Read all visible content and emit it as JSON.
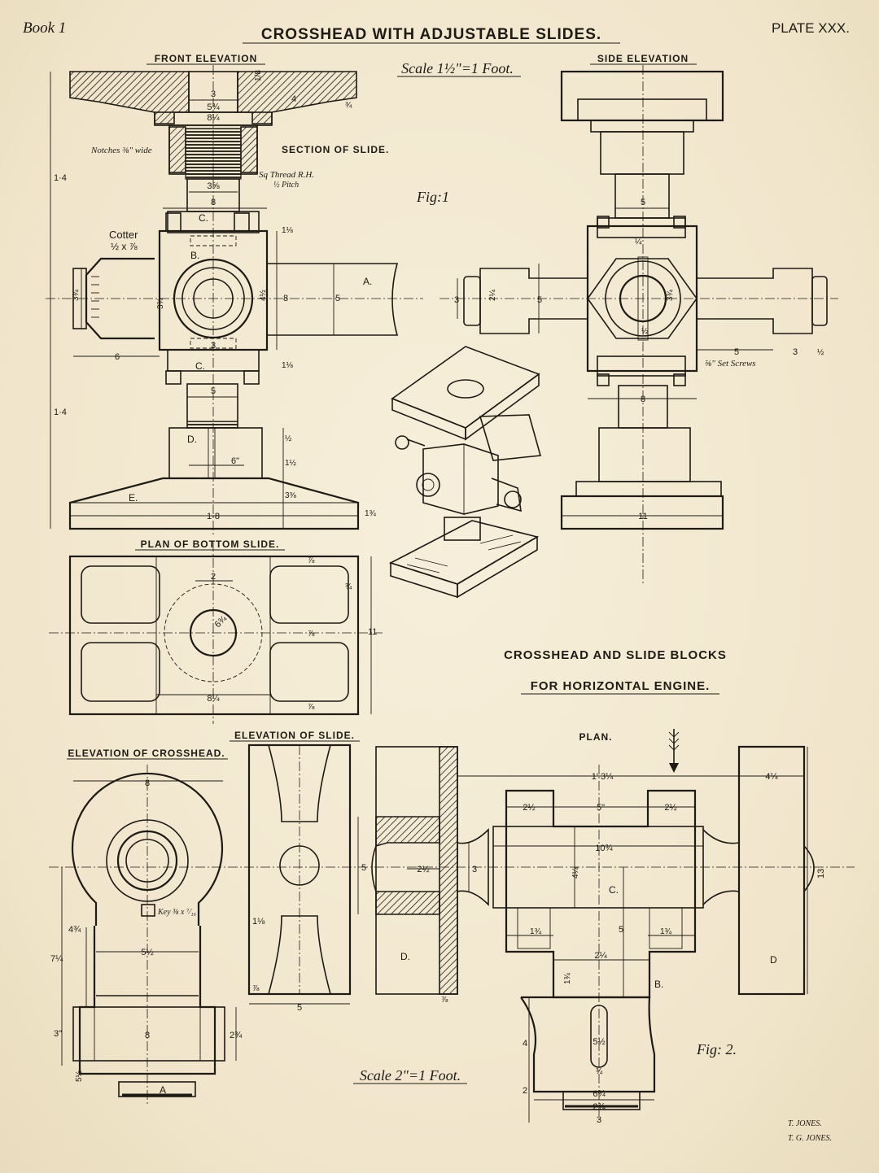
{
  "header": {
    "book": "Book 1",
    "title": "CROSSHEAD WITH ADJUSTABLE SLIDES.",
    "plate": "PLATE XXX."
  },
  "scales": {
    "top": "Scale 1½\"=1 Foot.",
    "bottom": "Scale 2\"=1 Foot."
  },
  "figures": {
    "fig1": "Fig:1",
    "fig2": "Fig: 2."
  },
  "view_titles": {
    "front_elevation": "FRONT ELEVATION",
    "side_elevation": "SIDE ELEVATION",
    "section_of_slide": "SECTION OF SLIDE.",
    "plan_bottom_slide": "PLAN OF BOTTOM SLIDE.",
    "elevation_crosshead": "ELEVATION OF CROSSHEAD.",
    "elevation_slide": "ELEVATION OF SLIDE.",
    "plan": "PLAN."
  },
  "subtitle": {
    "line1": "CROSSHEAD AND SLIDE BLOCKS",
    "line2": "FOR HORIZONTAL ENGINE."
  },
  "notes": {
    "notches": "Notches ⅜\" wide",
    "thread1": "Sq Thread R.H.",
    "thread2": "½ Pitch",
    "cotter1": "Cotter",
    "cotter2": "½ x ⅞",
    "set_screws": "⅝\" Set Screws",
    "key": "Key ⅜ x ⁷⁄₁₆"
  },
  "part_letters": {
    "a": "A.",
    "b": "B.",
    "c": "C.",
    "d": "D.",
    "e": "E.",
    "a2": "A",
    "b2": "B.",
    "c2": "C.",
    "d2": "D.",
    "d3": "D"
  },
  "dimensions": {
    "fe_3": "3",
    "fe_5_3_4": "5¾",
    "fe_8_1_4": "8¼",
    "fe_1_8": "1/8",
    "fe_4": "4",
    "fe_3_4": "¾",
    "fe_3_5_8": "3⅝",
    "fe_8": "8",
    "fe_1_4": "1·4",
    "fe_1_4b": "1·4",
    "fe_1_1_8": "1⅛",
    "fe_3_3_4": "3¾",
    "fe_3_3_4b": "3¾",
    "fe_4_1_2": "4½",
    "fe_8b": "8",
    "fe_5": "5",
    "fe_6": "6",
    "fe_3b": "3",
    "fe_1_1_8b": "1⅛",
    "fe_5b": "5",
    "fe_6b": "6\"",
    "fe_1_2": "½",
    "fe_1_1_2": "1½",
    "fe_3_3_8": "3⅜",
    "fe_1_3_4": "1¾",
    "fe_1_8b": "1·8",
    "se_5": "5",
    "se_1_4": "¼",
    "se_3": "3",
    "se_2_1_4": "2¼",
    "se_5b": "5",
    "se_3_3_4": "3¾",
    "se_1_2": "½",
    "se_5c": "5",
    "se_3b": "3",
    "se_1_2b": "½",
    "se_8": "8",
    "se_11": "11",
    "pb_2": "2",
    "pb_7_8": "⅞",
    "pb_3_4": "¾",
    "pb_6_3_4": "6¾",
    "pb_7_8b": "⅞",
    "pb_11": "11",
    "pb_8_1_4": "8¼",
    "pb_7_8c": "⅞",
    "ec_8": "8",
    "ec_4_3_4": "4¾",
    "ec_5_1_2": "5½",
    "ec_7_1_4": "7¼",
    "ec_3": "3\"",
    "ec_8b": "8",
    "ec_2_3_4": "2¾",
    "ec_5_1_2b": "5½",
    "es_1_1_8": "1⅛",
    "es_7_8": "⅞",
    "es_5": "5",
    "pl_1_3_1": "1' 3¼",
    "pl_4_1_4": "4¼",
    "pl_2_1_2": "2½",
    "pl_5": "5\"",
    "pl_2_1_2b": "2½",
    "pl_10_3_4": "10¾",
    "pl_5b": "5",
    "pl_2_1_2c": "2½",
    "pl_3": "3",
    "pl_4_1_4b": "4¼",
    "pl_13": "13",
    "pl_5c": "5",
    "pl_1_3_4": "1¾",
    "pl_1_3_4b": "1¾",
    "pl_2_1_4": "2¼",
    "pl_1_3_4c": "1¾",
    "pl_7_8": "⅞",
    "pl_4": "4",
    "pl_5_1_2": "5½",
    "pl_3_4": "¾",
    "pl_2": "2",
    "pl_6_3_4": "6¾",
    "pl_2_3_4": "2¾",
    "pl_3b": "3"
  },
  "credits": {
    "line1": "T. JONES.",
    "line2": "T. G. JONES."
  }
}
